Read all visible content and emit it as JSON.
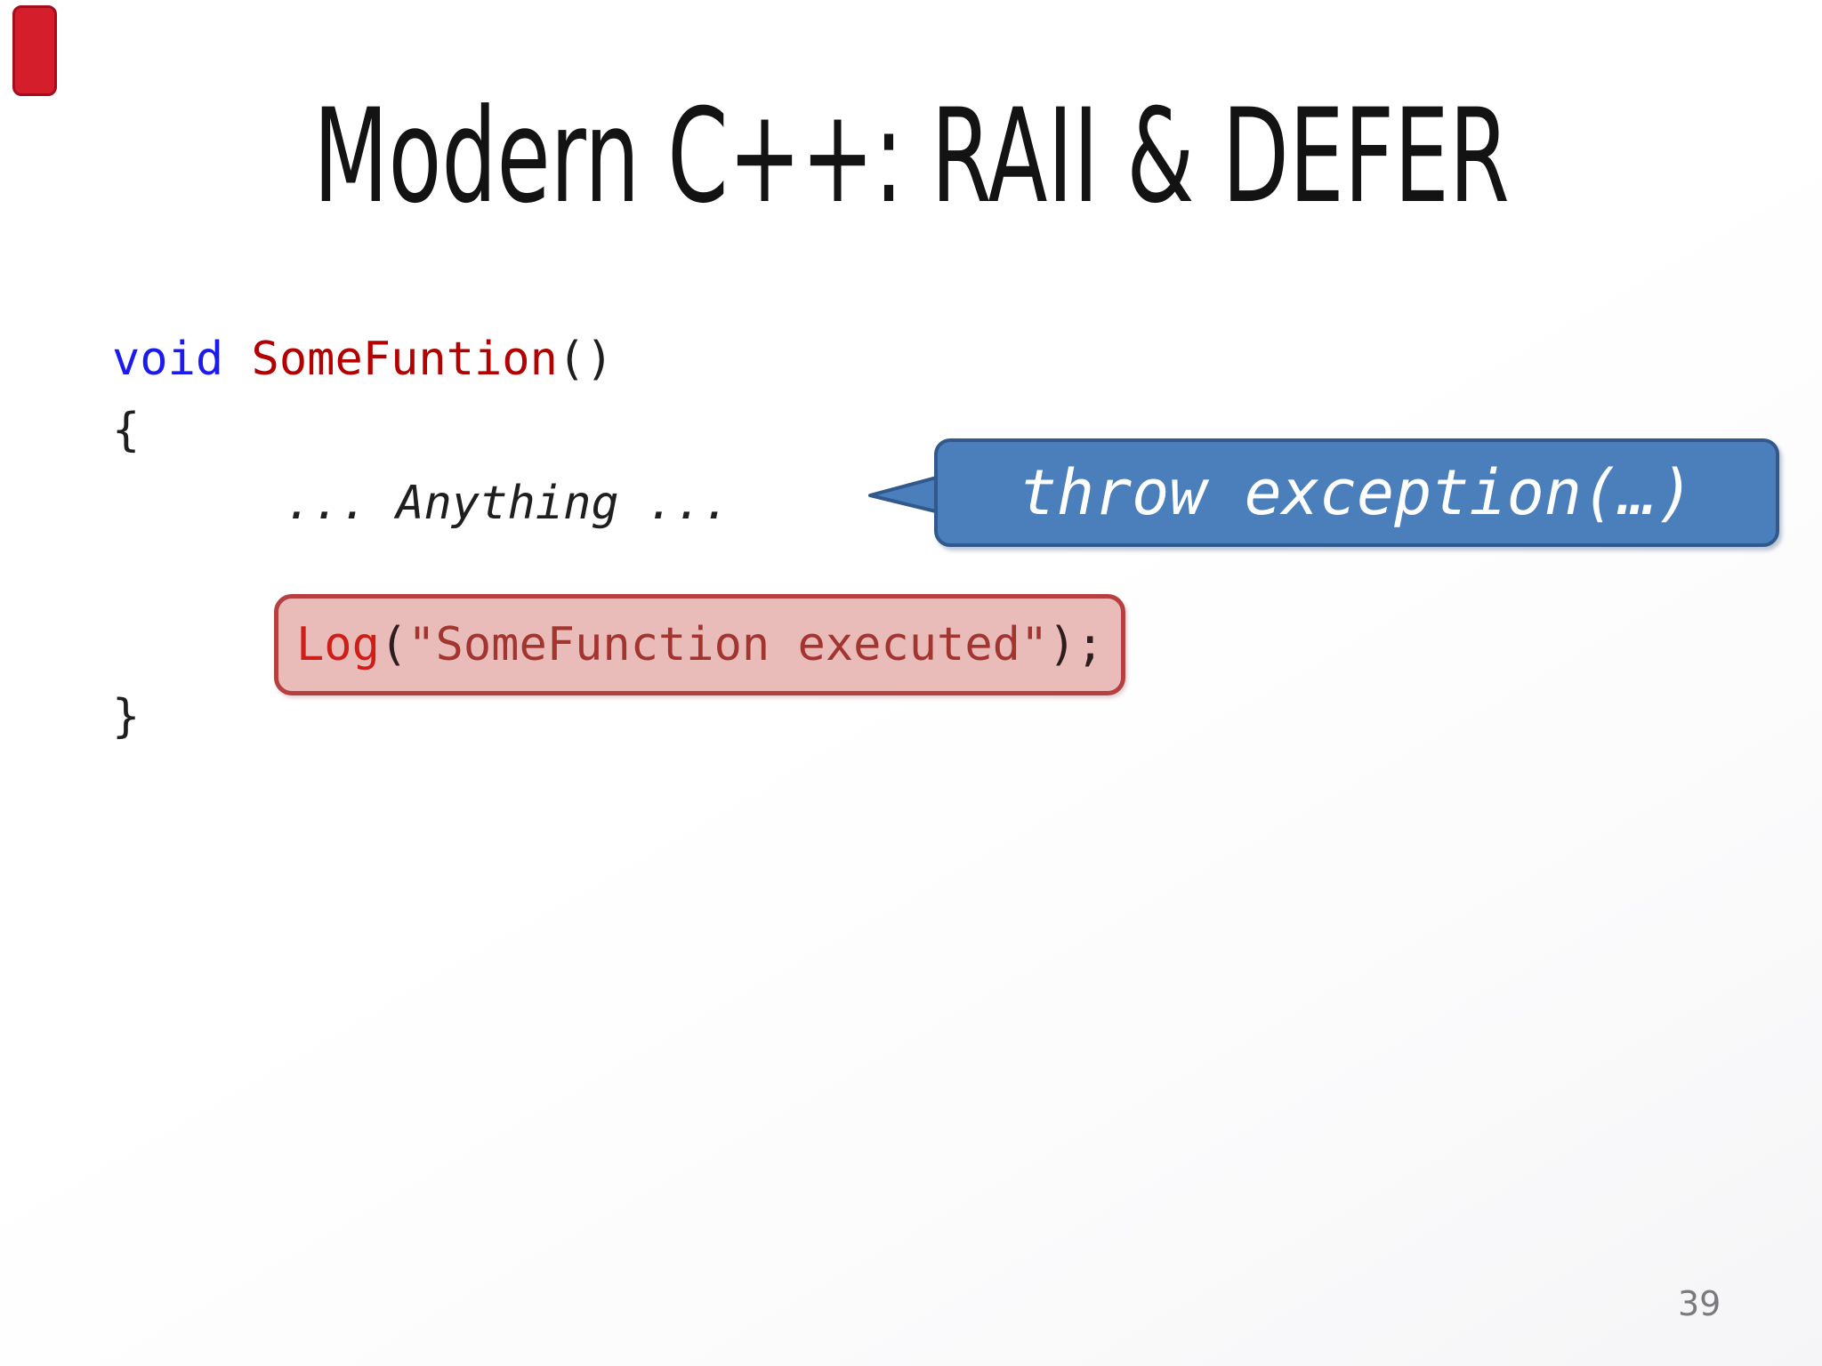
{
  "title": {
    "text": "Modern C++: RAII & DEFER"
  },
  "code": {
    "keyword": "void ",
    "function_name": "SomeFuntion",
    "call_parens": "()",
    "open_brace": "{",
    "anything_line": "... Anything ...",
    "close_brace": "}"
  },
  "log_box": {
    "function": "Log",
    "open_paren": "(",
    "string_literal": "\"SomeFunction executed\"",
    "close_paren_semicolon": ");"
  },
  "callout": {
    "text": "throw exception(…)"
  },
  "footer": {
    "page_number": "39"
  },
  "colors": {
    "keyword_blue": "#1b1bef",
    "function_name_red": "#b40000",
    "log_box_fill": "#e9bcba",
    "log_box_border": "#b5403f",
    "log_function_red": "#cf1d18",
    "log_string_red": "#a33531",
    "callout_fill": "#4a7fbc",
    "callout_border": "#31598c",
    "red_accent_bar": "#d41e2c",
    "page_number_gray": "#7a7a7e"
  }
}
